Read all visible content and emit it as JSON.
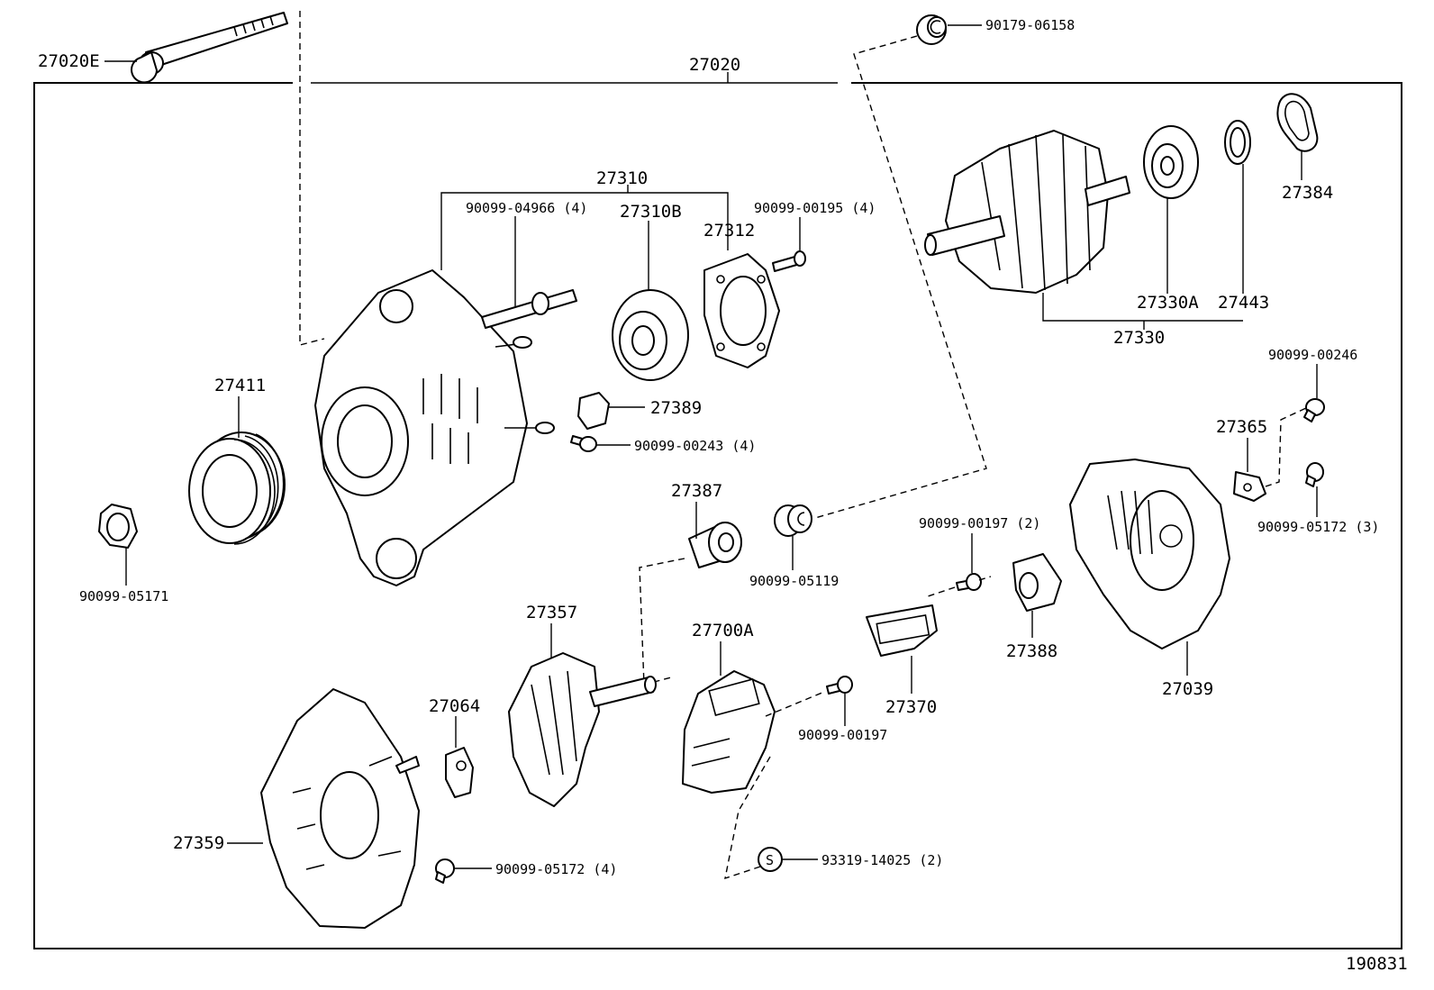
{
  "labels": {
    "bolt_long": "27020E",
    "assembly": "27020",
    "nut_top": "90179-06158",
    "drive_frame_group": "27310",
    "stud_bolts": "90099-04966 (4)",
    "bearing_front": "27310B",
    "retainer_plate": "27312",
    "screws_retainer": "90099-00195 (4)",
    "rotor_bearing": "27330A",
    "rear_ring": "27443",
    "rotor_assembly": "27330",
    "bearing_cover": "27384",
    "pulley": "27411",
    "terminal_insulator": "27389",
    "screw_insulator": "90099-00243 (4)",
    "screw_246": "90099-00246",
    "plate_365": "27365",
    "nut_pulley": "90099-05171",
    "terminal_bushing": "27387",
    "nut_05119": "90099-05119",
    "screw_197_2": "90099-00197 (2)",
    "nuts_05172_3": "90099-05172 (3)",
    "brush_holder": "27388",
    "rear_end_cover": "27039",
    "rectifier": "27357",
    "regulator": "27700A",
    "brush_370": "27370",
    "screw_197": "90099-00197",
    "insulator_064": "27064",
    "rear_end_frame": "27359",
    "nuts_05172_4": "90099-05172 (4)",
    "screw_s": "93319-14025 (2)",
    "s_symbol": "S",
    "figure_number": "190831"
  },
  "icons": {
    "bolt": "long-bolt-icon",
    "bearing": "ball-bearing-icon",
    "pulley": "v-ribbed-pulley-icon",
    "nut": "hex-nut-icon",
    "rotor": "rotor-claw-pole-icon"
  }
}
